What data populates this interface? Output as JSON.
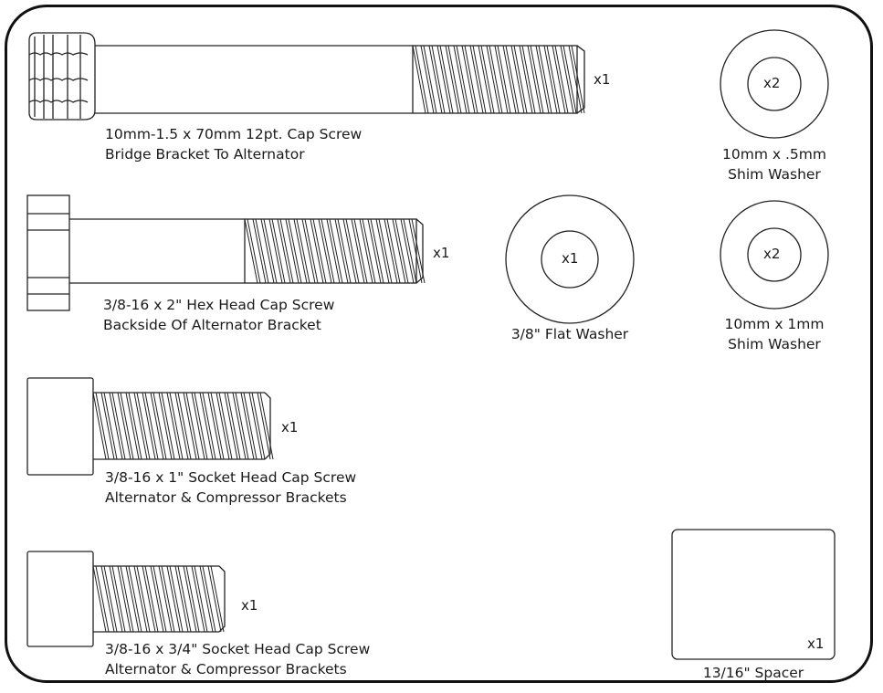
{
  "bolts": [
    {
      "line1": "10mm-1.5 x 70mm 12pt. Cap Screw",
      "line2": "Bridge Bracket To Alternator",
      "qty": "x1"
    },
    {
      "line1": "3/8-16 x 2\" Hex Head Cap Screw",
      "line2": "Backside Of Alternator Bracket",
      "qty": "x1"
    },
    {
      "line1": "3/8-16 x 1\" Socket Head Cap Screw",
      "line2": "Alternator & Compressor Brackets",
      "qty": "x1"
    },
    {
      "line1": "3/8-16 x 3/4\" Socket Head Cap Screw",
      "line2": "Alternator & Compressor Brackets",
      "qty": "x1"
    }
  ],
  "washers": [
    {
      "line1": "10mm x .5mm",
      "line2": "Shim Washer",
      "qty": "x2"
    },
    {
      "line1": "3/8\" Flat Washer",
      "qty": "x1"
    },
    {
      "line1": "10mm x 1mm",
      "line2": "Shim Washer",
      "qty": "x2"
    }
  ],
  "spacer": {
    "label": "13/16\" Spacer",
    "qty": "x1"
  }
}
